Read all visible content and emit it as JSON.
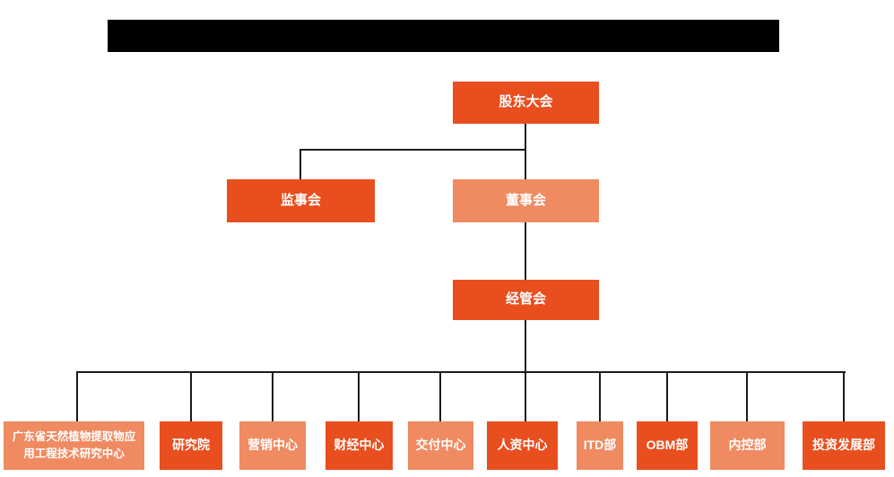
{
  "page": {
    "description": "Company organizational structure chart with redacted title bar",
    "title_redacted": true
  },
  "palette": {
    "node_dark_orange": "#e84e1e",
    "node_light_orange": "#ef8a61",
    "connector_line": "#1b1b1b",
    "node_text": "#ffffff",
    "redacted_bar": "#000000",
    "background": "#ffffff"
  },
  "org": {
    "type": "org-chart",
    "shareholders": {
      "label": "股东大会"
    },
    "supervisory": {
      "label": "监事会"
    },
    "board": {
      "label": "董事会"
    },
    "management": {
      "label": "经管会"
    },
    "departments": [
      {
        "label": "广东省天然植物提取物应用工程技术研究中心"
      },
      {
        "label": "研究院"
      },
      {
        "label": "营销中心"
      },
      {
        "label": "财经中心"
      },
      {
        "label": "交付中心"
      },
      {
        "label": "人资中心"
      },
      {
        "label": "ITD部"
      },
      {
        "label": "OBM部"
      },
      {
        "label": "内控部"
      },
      {
        "label": "投资发展部"
      }
    ]
  }
}
